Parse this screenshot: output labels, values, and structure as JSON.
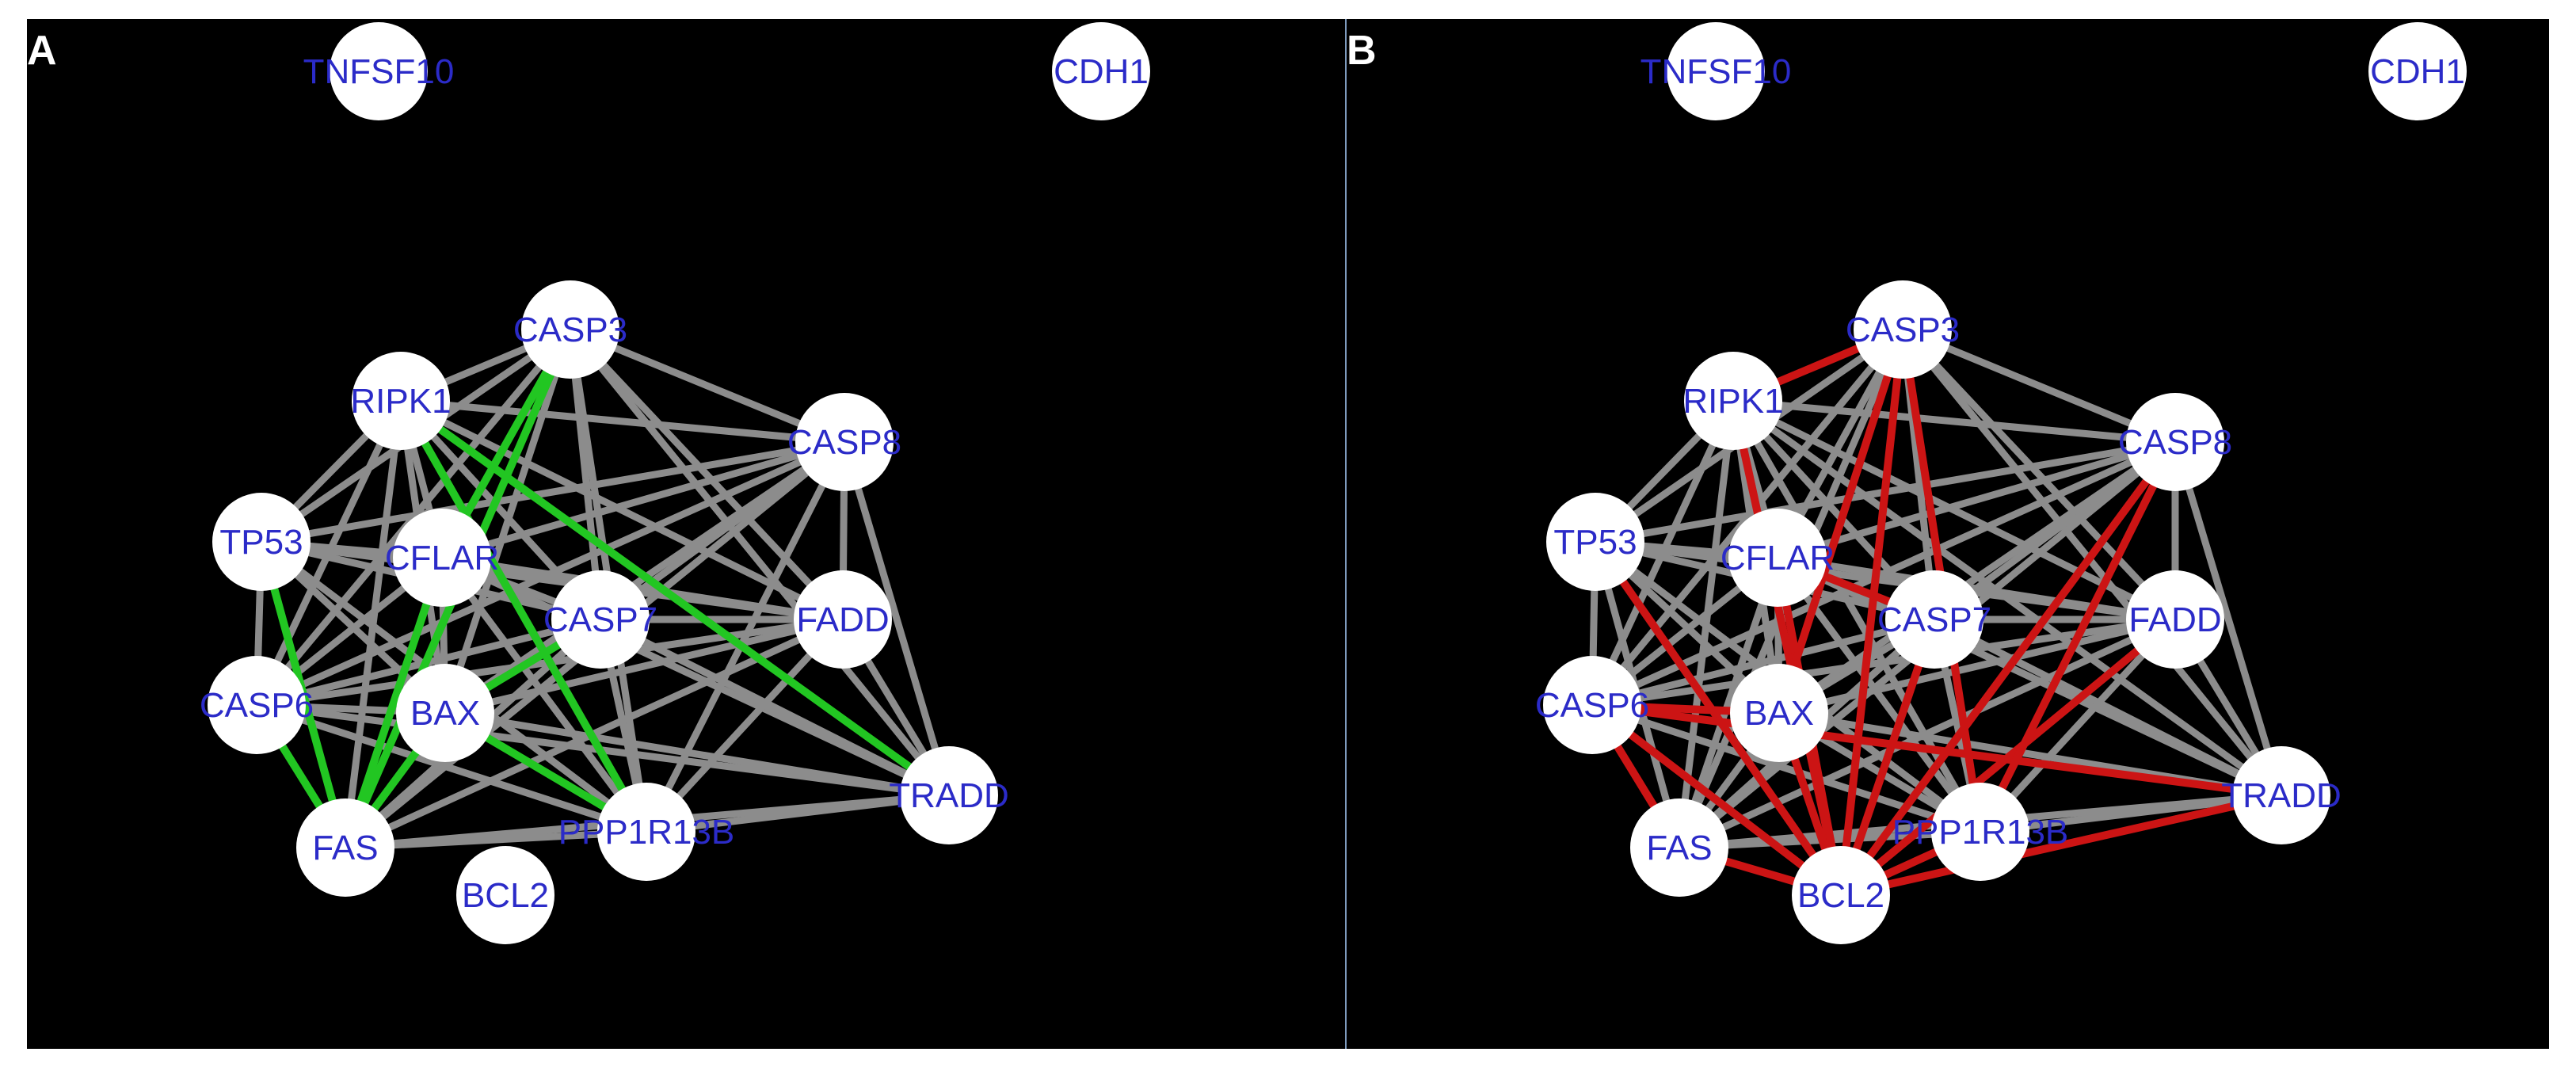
{
  "figure": {
    "colors": {
      "background": "#000000",
      "node_fill": "#ffffff",
      "label": "#2b2bc8",
      "edge_default": "#8c8c8c",
      "edge_highlight_a": "#22c622",
      "edge_highlight_b": "#cc1414",
      "divider": "#7e9bbd",
      "panel_letter": "#ffffff"
    },
    "panels": [
      {
        "letter": "A",
        "highlight_color": "#22c622",
        "nodes": [
          {
            "id": "TNFSF10",
            "label": "TNFSF10"
          },
          {
            "id": "CDH1",
            "label": "CDH1"
          },
          {
            "id": "CASP3",
            "label": "CASP3"
          },
          {
            "id": "RIPK1",
            "label": "RIPK1"
          },
          {
            "id": "CASP8",
            "label": "CASP8"
          },
          {
            "id": "TP53",
            "label": "TP53"
          },
          {
            "id": "CFLAR",
            "label": "CFLAR"
          },
          {
            "id": "CASP7",
            "label": "CASP7"
          },
          {
            "id": "FADD",
            "label": "FADD"
          },
          {
            "id": "CASP6",
            "label": "CASP6"
          },
          {
            "id": "BAX",
            "label": "BAX"
          },
          {
            "id": "TRADD",
            "label": "TRADD"
          },
          {
            "id": "FAS",
            "label": "FAS"
          },
          {
            "id": "PPP1R13B",
            "label": "PPP1R13B"
          },
          {
            "id": "BCL2",
            "label": "BCL2"
          }
        ],
        "highlighted_edges": [
          [
            "RIPK1",
            "TRADD"
          ],
          [
            "RIPK1",
            "PPP1R13B"
          ],
          [
            "CASP3",
            "FAS"
          ],
          [
            "CASP3",
            "CFLAR"
          ],
          [
            "TP53",
            "FAS"
          ],
          [
            "CFLAR",
            "FAS"
          ],
          [
            "BAX",
            "PPP1R13B"
          ],
          [
            "CASP7",
            "BAX"
          ],
          [
            "FAS",
            "BAX"
          ],
          [
            "CASP6",
            "FAS"
          ]
        ]
      },
      {
        "letter": "B",
        "highlight_color": "#cc1414",
        "nodes": [
          {
            "id": "TNFSF10",
            "label": "TNFSF10"
          },
          {
            "id": "CDH1",
            "label": "CDH1"
          },
          {
            "id": "CASP3",
            "label": "CASP3"
          },
          {
            "id": "RIPK1",
            "label": "RIPK1"
          },
          {
            "id": "CASP8",
            "label": "CASP8"
          },
          {
            "id": "TP53",
            "label": "TP53"
          },
          {
            "id": "CFLAR",
            "label": "CFLAR"
          },
          {
            "id": "CASP7",
            "label": "CASP7"
          },
          {
            "id": "FADD",
            "label": "FADD"
          },
          {
            "id": "CASP6",
            "label": "CASP6"
          },
          {
            "id": "BAX",
            "label": "BAX"
          },
          {
            "id": "TRADD",
            "label": "TRADD"
          },
          {
            "id": "FAS",
            "label": "FAS"
          },
          {
            "id": "PPP1R13B",
            "label": "PPP1R13B"
          },
          {
            "id": "BCL2",
            "label": "BCL2"
          }
        ],
        "highlighted_edges": [
          [
            "BCL2",
            "CASP3"
          ],
          [
            "BCL2",
            "RIPK1"
          ],
          [
            "BCL2",
            "CASP8"
          ],
          [
            "BCL2",
            "TP53"
          ],
          [
            "BCL2",
            "CFLAR"
          ],
          [
            "BCL2",
            "CASP7"
          ],
          [
            "BCL2",
            "FADD"
          ],
          [
            "BCL2",
            "CASP6"
          ],
          [
            "BCL2",
            "BAX"
          ],
          [
            "BCL2",
            "TRADD"
          ],
          [
            "BCL2",
            "FAS"
          ],
          [
            "BCL2",
            "PPP1R13B"
          ],
          [
            "RIPK1",
            "CASP3"
          ],
          [
            "CASP3",
            "BAX"
          ],
          [
            "CASP3",
            "PPP1R13B"
          ],
          [
            "CFLAR",
            "CASP7"
          ],
          [
            "CASP6",
            "TRADD"
          ],
          [
            "CASP6",
            "BAX"
          ],
          [
            "CASP8",
            "PPP1R13B"
          ],
          [
            "FAS",
            "CASP6"
          ]
        ]
      }
    ],
    "edges": [
      [
        "CASP3",
        "RIPK1"
      ],
      [
        "CASP3",
        "CASP8"
      ],
      [
        "CASP3",
        "TP53"
      ],
      [
        "CASP3",
        "CFLAR"
      ],
      [
        "CASP3",
        "CASP7"
      ],
      [
        "CASP3",
        "FADD"
      ],
      [
        "CASP3",
        "BAX"
      ],
      [
        "CASP3",
        "TRADD"
      ],
      [
        "CASP3",
        "FAS"
      ],
      [
        "CASP3",
        "PPP1R13B"
      ],
      [
        "CASP3",
        "CASP6"
      ],
      [
        "RIPK1",
        "CASP8"
      ],
      [
        "RIPK1",
        "TP53"
      ],
      [
        "RIPK1",
        "CFLAR"
      ],
      [
        "RIPK1",
        "CASP7"
      ],
      [
        "RIPK1",
        "FADD"
      ],
      [
        "RIPK1",
        "CASP6"
      ],
      [
        "RIPK1",
        "BAX"
      ],
      [
        "RIPK1",
        "TRADD"
      ],
      [
        "RIPK1",
        "FAS"
      ],
      [
        "RIPK1",
        "PPP1R13B"
      ],
      [
        "CASP8",
        "TP53"
      ],
      [
        "CASP8",
        "CFLAR"
      ],
      [
        "CASP8",
        "CASP7"
      ],
      [
        "CASP8",
        "FADD"
      ],
      [
        "CASP8",
        "CASP6"
      ],
      [
        "CASP8",
        "BAX"
      ],
      [
        "CASP8",
        "TRADD"
      ],
      [
        "CASP8",
        "FAS"
      ],
      [
        "CASP8",
        "PPP1R13B"
      ],
      [
        "TP53",
        "CFLAR"
      ],
      [
        "TP53",
        "CASP7"
      ],
      [
        "TP53",
        "FADD"
      ],
      [
        "TP53",
        "CASP6"
      ],
      [
        "TP53",
        "BAX"
      ],
      [
        "TP53",
        "FAS"
      ],
      [
        "TP53",
        "PPP1R13B"
      ],
      [
        "CFLAR",
        "CASP7"
      ],
      [
        "CFLAR",
        "FADD"
      ],
      [
        "CFLAR",
        "CASP6"
      ],
      [
        "CFLAR",
        "BAX"
      ],
      [
        "CFLAR",
        "FAS"
      ],
      [
        "CFLAR",
        "PPP1R13B"
      ],
      [
        "CFLAR",
        "TRADD"
      ],
      [
        "CASP7",
        "FADD"
      ],
      [
        "CASP7",
        "CASP6"
      ],
      [
        "CASP7",
        "BAX"
      ],
      [
        "CASP7",
        "FAS"
      ],
      [
        "CASP7",
        "PPP1R13B"
      ],
      [
        "CASP7",
        "TRADD"
      ],
      [
        "FADD",
        "CASP6"
      ],
      [
        "FADD",
        "BAX"
      ],
      [
        "FADD",
        "TRADD"
      ],
      [
        "FADD",
        "FAS"
      ],
      [
        "FADD",
        "PPP1R13B"
      ],
      [
        "CASP6",
        "BAX"
      ],
      [
        "CASP6",
        "FAS"
      ],
      [
        "CASP6",
        "PPP1R13B"
      ],
      [
        "CASP6",
        "TRADD"
      ],
      [
        "BAX",
        "FAS"
      ],
      [
        "BAX",
        "PPP1R13B"
      ],
      [
        "BAX",
        "TRADD"
      ],
      [
        "FAS",
        "PPP1R13B"
      ],
      [
        "FAS",
        "TRADD"
      ],
      [
        "PPP1R13B",
        "TRADD"
      ]
    ]
  }
}
